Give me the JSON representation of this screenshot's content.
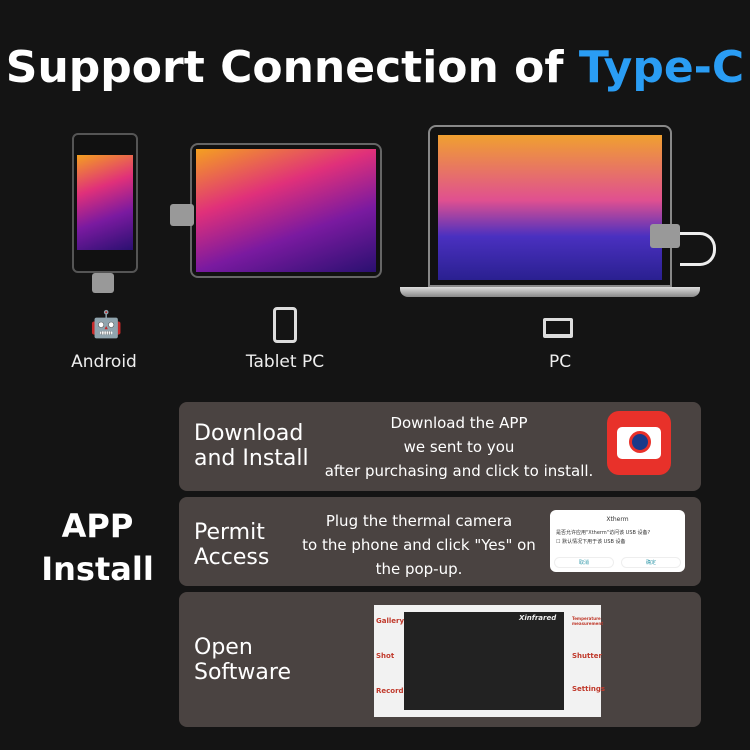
{
  "title": {
    "main": "Support Connection of ",
    "accent": "Type-C"
  },
  "devices": [
    {
      "label": "Android",
      "icon": "android-icon"
    },
    {
      "label": "Tablet PC",
      "icon": "tablet-icon"
    },
    {
      "label": "PC",
      "icon": "laptop-icon"
    }
  ],
  "section_title": "APP Install",
  "steps": [
    {
      "title": "Download and Install",
      "desc": [
        "Download the APP",
        "we sent to you",
        "after purchasing and click to install."
      ],
      "icon": "camera-app-icon"
    },
    {
      "title": "Permit Access",
      "desc": [
        "Plug the thermal camera",
        "to the phone and click \"Yes\" on",
        "the pop-up."
      ],
      "dialog": {
        "title": "Xtherm",
        "question": "是否允许应用\"Xtherm\"访问该 USB 设备?",
        "checkbox": "默认情况下用于该 USB 设备",
        "cancel": "取消",
        "ok": "确定"
      }
    },
    {
      "title": "Open Software",
      "screenshot": {
        "brand": "Xinfrared",
        "left": [
          "Gallery",
          "Shot",
          "Record"
        ],
        "right": [
          "Temperature measurement",
          "Shutter",
          "Settings"
        ]
      }
    }
  ]
}
